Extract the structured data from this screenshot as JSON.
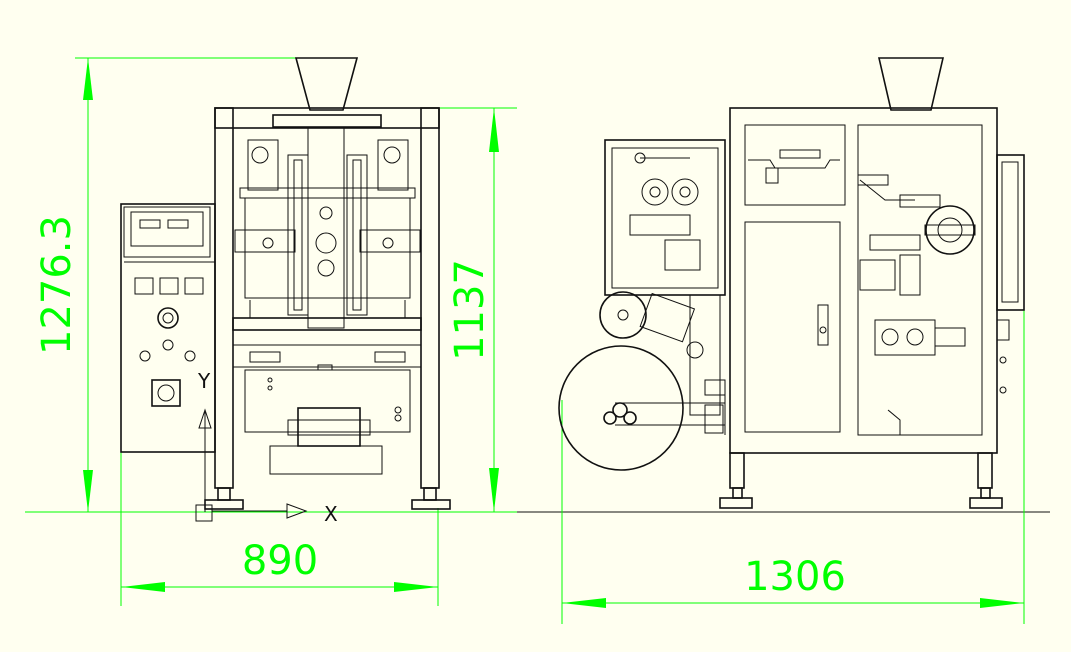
{
  "drawing": {
    "background": "#fffff0",
    "line_color": "#111111",
    "dimension_color": "#00ff00",
    "dimensions": {
      "overall_height": "1276.3",
      "frame_height": "1137",
      "front_width": "890",
      "side_width": "1306"
    },
    "ucs": {
      "x_label": "X",
      "y_label": "Y"
    }
  }
}
